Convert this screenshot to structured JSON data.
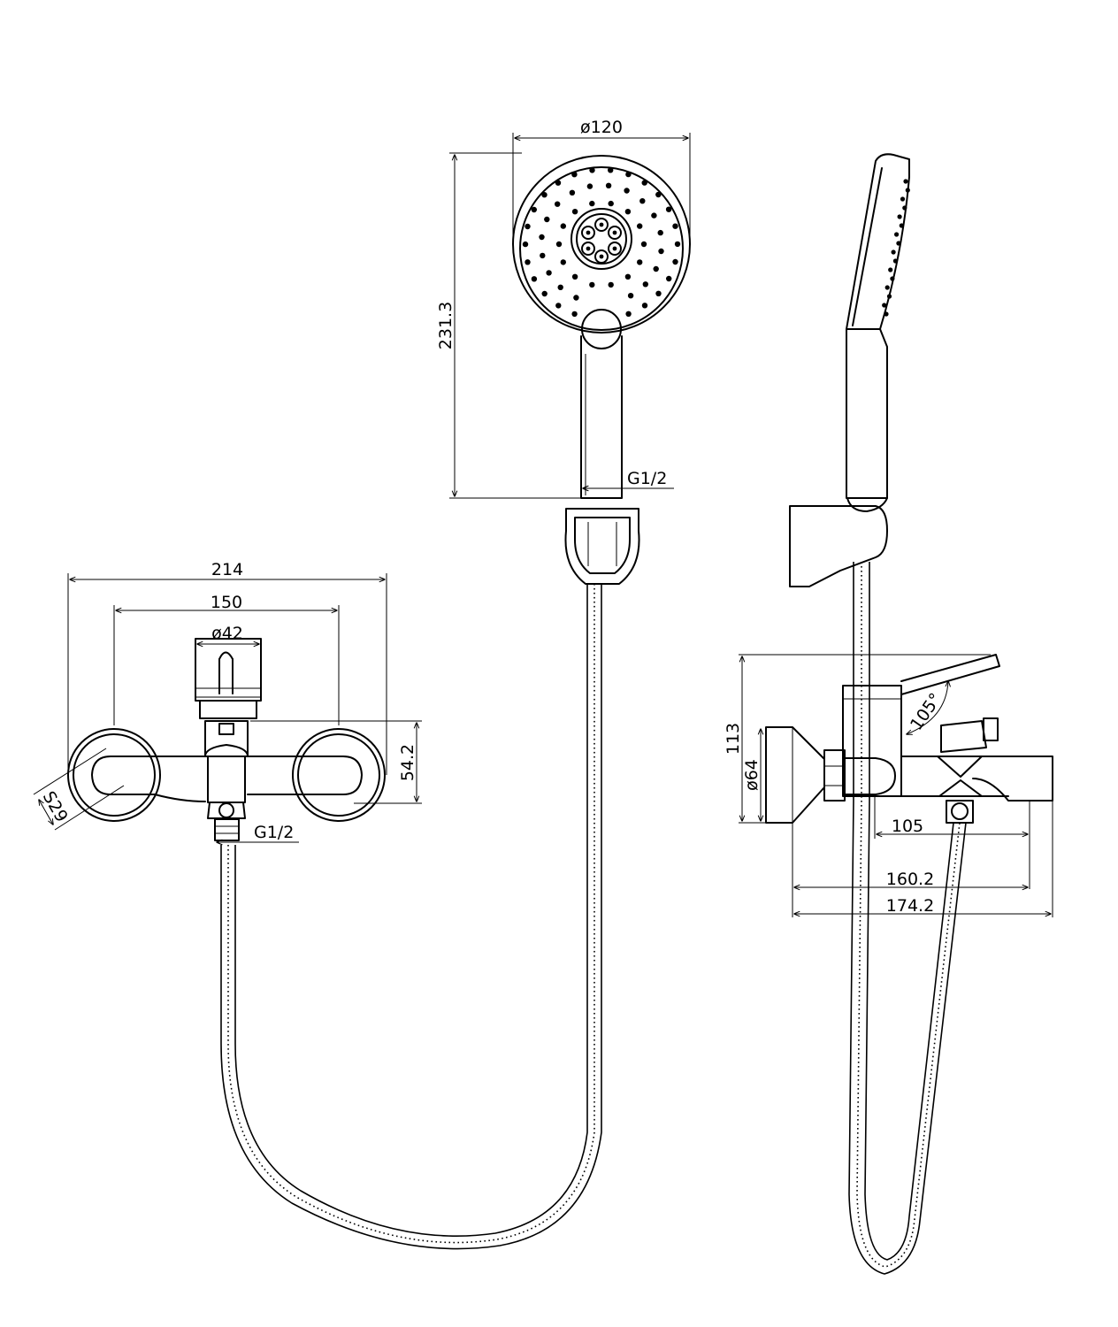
{
  "dimensions": {
    "showerhead_diameter": "ø120",
    "handset_length": "231.3",
    "handset_thread": "G1/2",
    "overall_width": "214",
    "centers": "150",
    "body_diameter": "ø42",
    "escutcheon_height": "54.2",
    "eccentric_offset": "S29",
    "outlet_thread": "G1/2",
    "side_height": "113",
    "escutcheon_diameter": "ø64",
    "lever_angle": "105°",
    "spout_105": "105",
    "spout_160": "160.2",
    "spout_174": "174.2"
  },
  "colors": {
    "line": "#000000",
    "background": "#ffffff"
  }
}
